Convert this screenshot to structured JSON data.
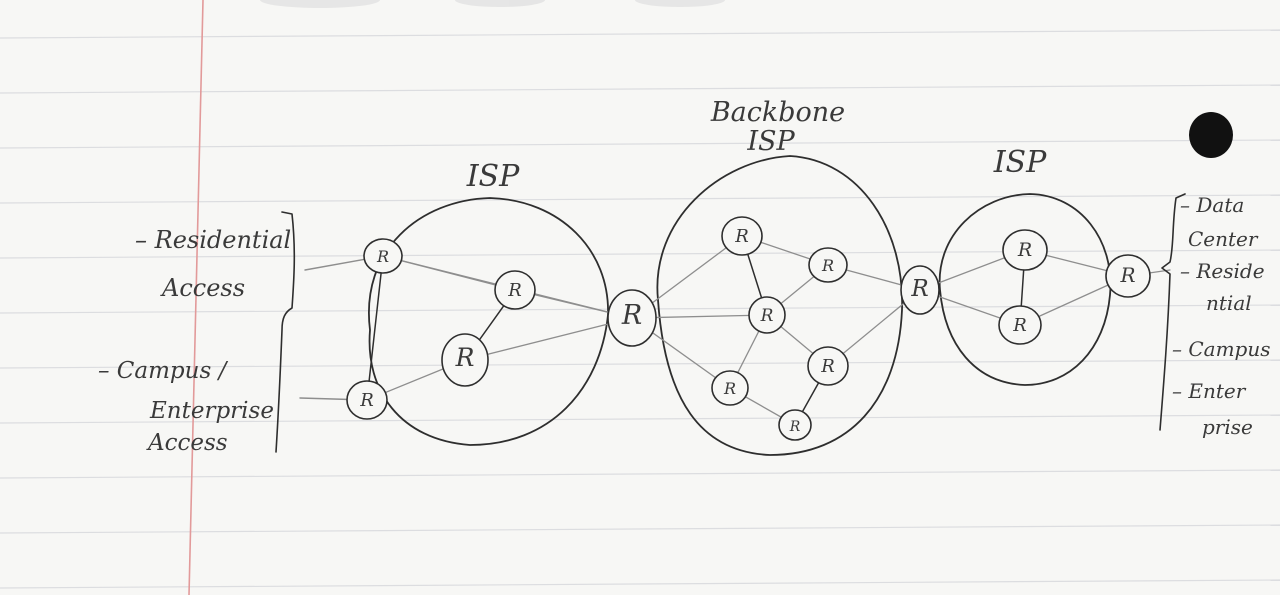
{
  "diagram": {
    "colors": {
      "ink": "#2e2e2e",
      "faint_ink": "#8e8e8e",
      "paper": "#f7f7f5",
      "margin_line": "#e29a9a",
      "ruled_line": "#dcdde0"
    },
    "labels": {
      "isp_left": "ISP",
      "backbone_line1": "Backbone",
      "backbone_line2": "ISP",
      "isp_right": "ISP",
      "left_access": [
        {
          "line1": "– Residential",
          "line2": "Access"
        },
        {
          "line1": "– Campus /",
          "line2": "Enterprise",
          "line3": "Access"
        }
      ],
      "right_access": [
        {
          "line1": "– Data",
          "line2": "Center"
        },
        {
          "line1": "– Reside",
          "line2": "ntial"
        },
        {
          "line1": "– Campus"
        },
        {
          "line1": "– Enter",
          "line2": "prise"
        }
      ]
    },
    "router_symbol": "R"
  }
}
